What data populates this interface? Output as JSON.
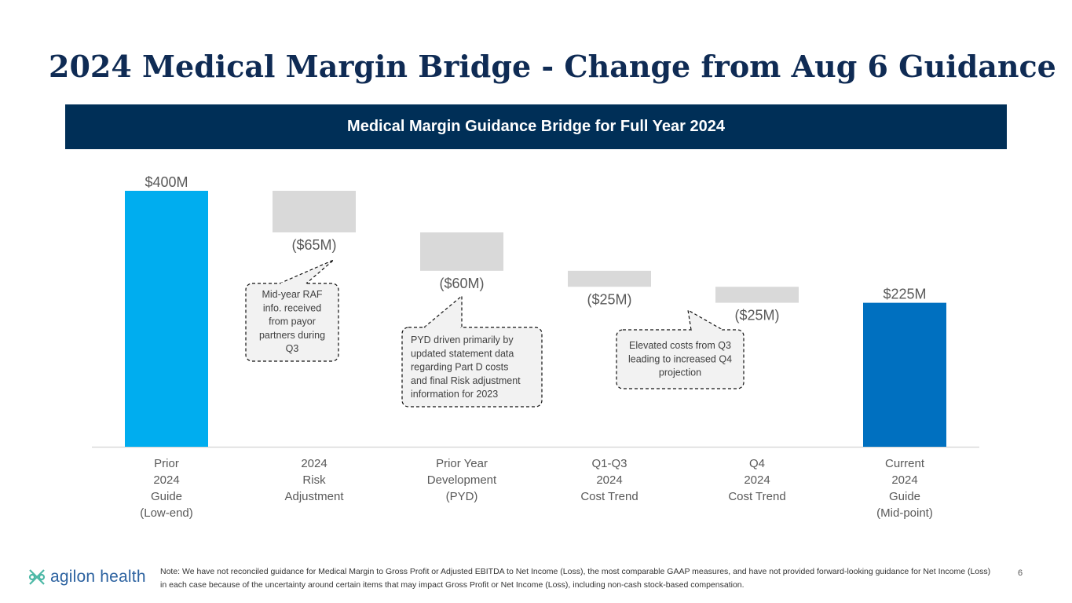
{
  "title": "2024 Medical Margin Bridge - Change from Aug 6 Guidance",
  "banner": "Medical Margin Guidance Bridge for Full Year 2024",
  "chart_data": {
    "type": "bar",
    "subtype": "waterfall",
    "categories": [
      [
        "Prior",
        "2024",
        "Guide",
        "(Low-end)"
      ],
      [
        "2024",
        "Risk",
        "Adjustment"
      ],
      [
        "Prior Year",
        "Development",
        "(PYD)"
      ],
      [
        "Q1-Q3",
        "2024",
        "Cost Trend"
      ],
      [
        "Q4",
        "2024",
        "Cost Trend"
      ],
      [
        "Current",
        "2024",
        "Guide",
        "(Mid-point)"
      ]
    ],
    "values": [
      400,
      -65,
      -60,
      -25,
      -25,
      225
    ],
    "kinds": [
      "total",
      "delta",
      "delta",
      "delta",
      "delta",
      "total"
    ],
    "data_labels": [
      "$400M",
      "($65M)",
      "($60M)",
      "($25M)",
      "($25M)",
      "$225M"
    ],
    "colors": [
      "#00adef",
      "#d9d9d9",
      "#d9d9d9",
      "#d9d9d9",
      "#d9d9d9",
      "#0070c0"
    ],
    "ylim": [
      0,
      400
    ]
  },
  "callouts": [
    {
      "lines": [
        "Mid-year RAF",
        "info. received",
        "from payor",
        "partners during",
        "Q3"
      ]
    },
    {
      "lines": [
        "PYD driven primarily by",
        "updated statement data",
        "regarding Part D costs",
        "and final Risk adjustment",
        "information for 2023"
      ]
    },
    {
      "lines": [
        "Elevated costs from Q3",
        "leading to increased Q4",
        "projection"
      ]
    }
  ],
  "footer": {
    "logo_text": "agilon health",
    "note": "Note: We have not reconciled guidance for Medical Margin to Gross Profit or Adjusted EBITDA to Net Income (Loss), the most comparable GAAP measures, and have not provided forward-looking guidance for Net Income (Loss) in each case because of the uncertainty around certain items that may impact Gross Profit or Net Income (Loss), including non-cash stock-based compensation.",
    "page_number": "6"
  },
  "colors": {
    "title": "#0f2b54",
    "banner": "#002f57",
    "logo": "#2c62a0",
    "logo_mark": "#4cb8a6"
  }
}
